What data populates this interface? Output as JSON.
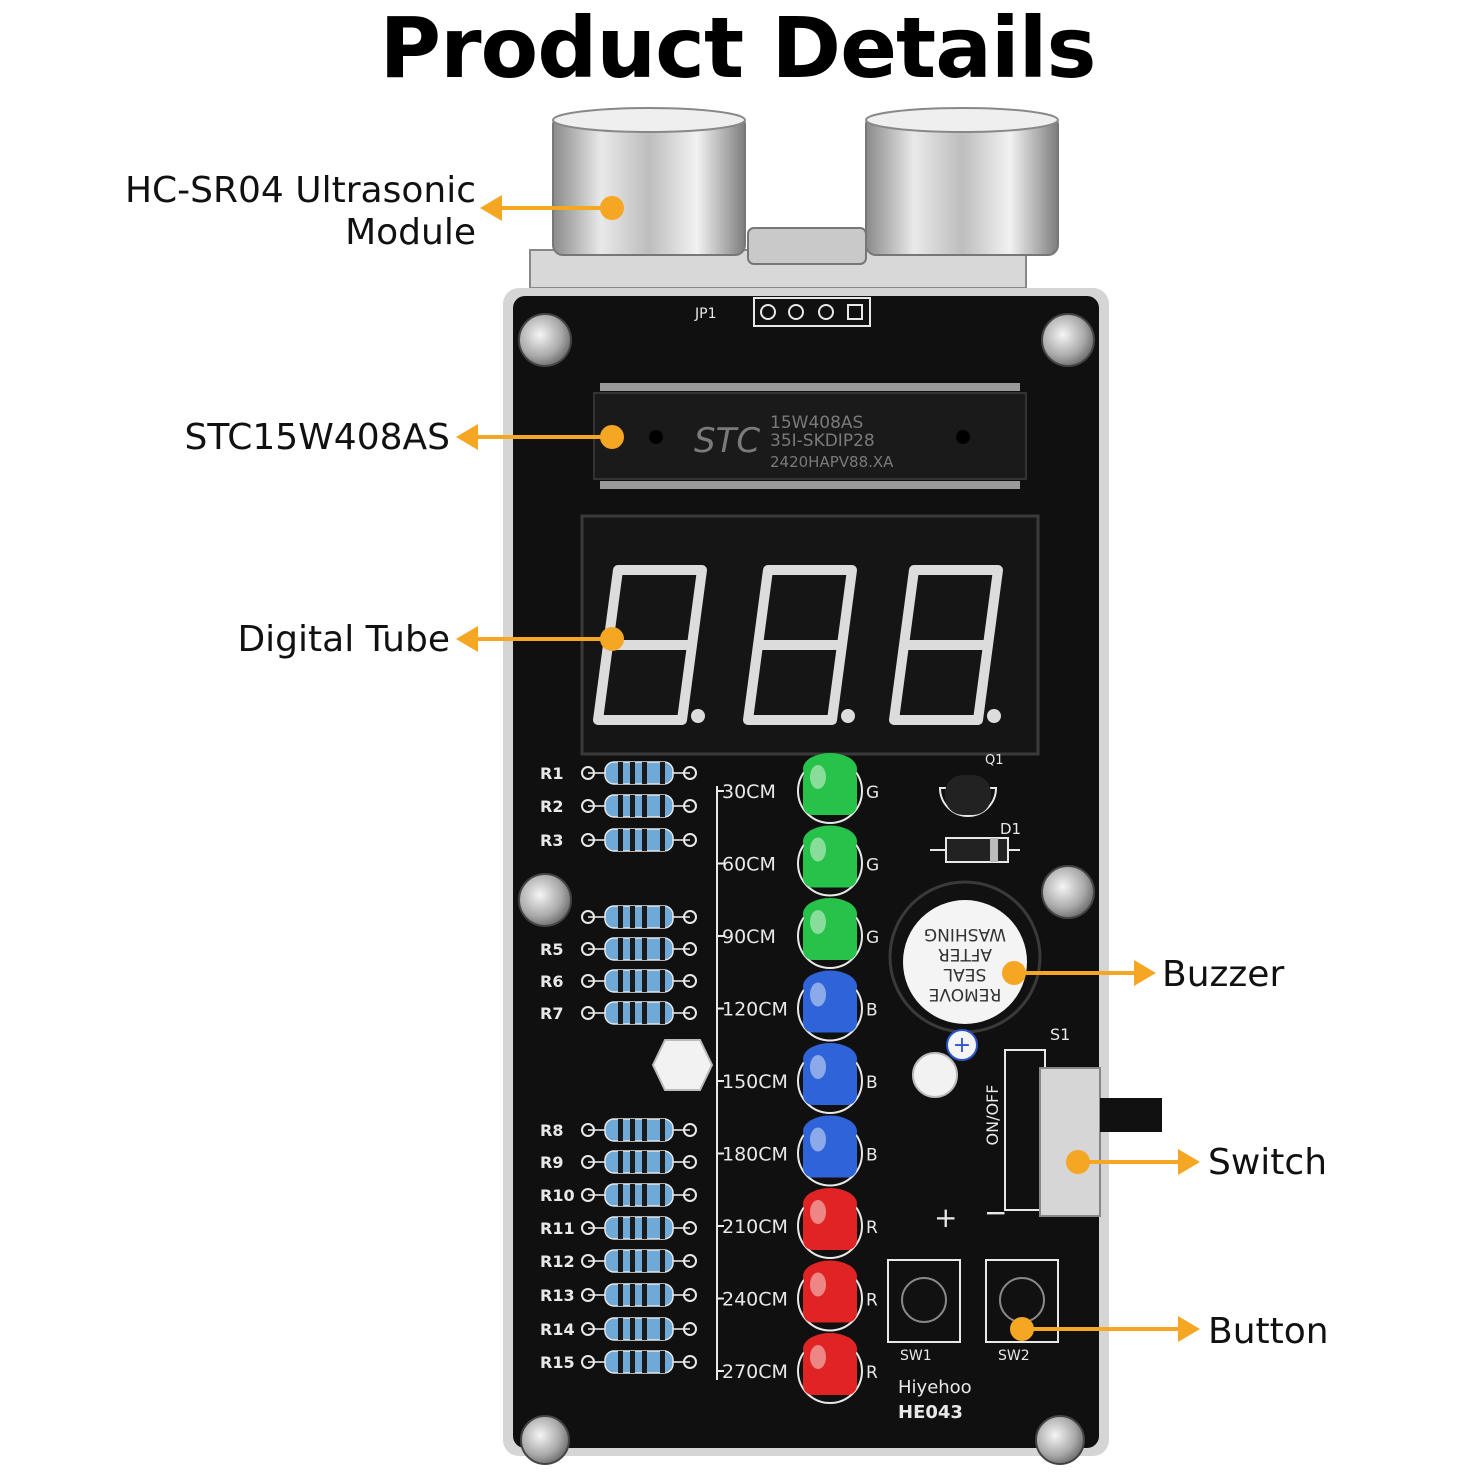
{
  "title": "Product Details",
  "callouts": {
    "ultrasonic": "HC-SR04 Ultrasonic\nModule",
    "mcu": "STC15W408AS",
    "display": "Digital Tube",
    "buzzer": "Buzzer",
    "switch": "Switch",
    "button": "Button"
  },
  "board": {
    "header_label": "JP1",
    "chip_brand": "STC",
    "chip_line1": "15W408AS",
    "chip_line2": "35I-SKDIP28",
    "chip_line3": "2420HAPV88.XA",
    "resistors": [
      "R1",
      "R2",
      "R3",
      "R5",
      "R6",
      "R7",
      "R8",
      "R9",
      "R10",
      "R11",
      "R12",
      "R13",
      "R14",
      "R15"
    ],
    "distance_labels": [
      "30CM",
      "60CM",
      "90CM",
      "120CM",
      "150CM",
      "180CM",
      "210CM",
      "240CM",
      "270CM"
    ],
    "led_letters": [
      "G",
      "G",
      "G",
      "B",
      "B",
      "B",
      "R",
      "R",
      "R"
    ],
    "led_colors": [
      "#27c24a",
      "#27c24a",
      "#27c24a",
      "#2f63d8",
      "#2f63d8",
      "#2f63d8",
      "#e02424",
      "#e02424",
      "#e02424"
    ],
    "q1": "Q1",
    "d1": "D1",
    "s1": "S1",
    "switch_text": "ON/OFF",
    "buzzer_sticker": [
      "REMOVE",
      "SEAL",
      "AFTER",
      "WASHING"
    ],
    "plus": "+",
    "minus": "−",
    "sw1": "SW1",
    "sw2": "SW2",
    "brand": "Hiyehoo",
    "model": "HE043"
  },
  "colors": {
    "arrow": "#f5a623",
    "pcb": "#0f0f0f",
    "silk": "#e8e8e8"
  }
}
